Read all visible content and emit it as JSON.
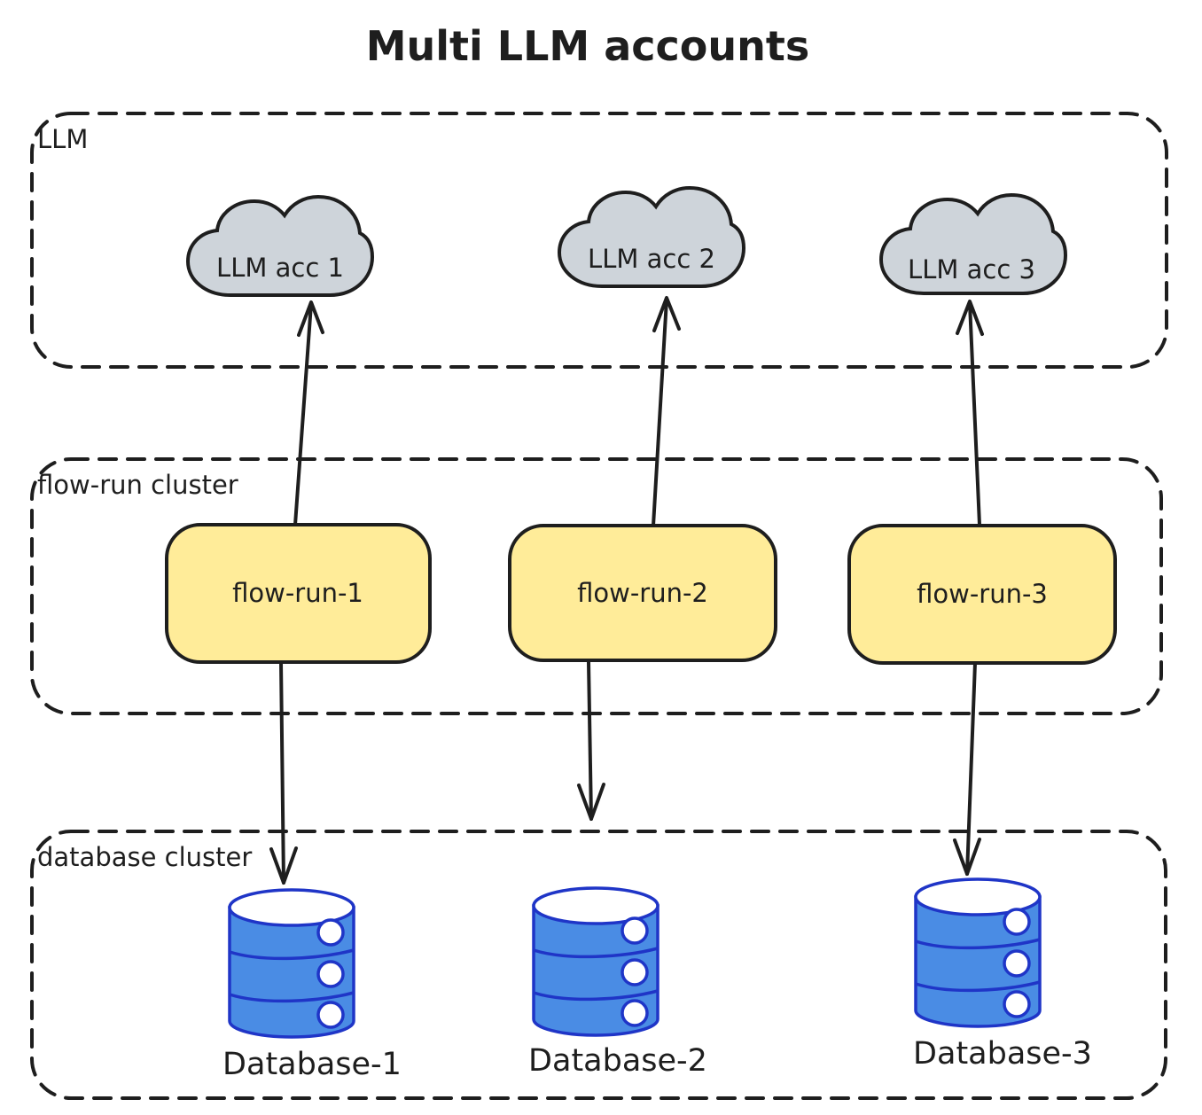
{
  "title": "Multi LLM accounts",
  "colors": {
    "stroke": "#1e1e1e",
    "cloud_fill": "#ced4da",
    "flow_run_fill": "#ffec99",
    "db_fill": "#4a8ce4",
    "db_stroke": "#1f35c7"
  },
  "clusters": {
    "llm": {
      "label": "LLM"
    },
    "flow_run": {
      "label": "flow-run cluster"
    },
    "database": {
      "label": "database cluster"
    }
  },
  "clouds": [
    {
      "label": "LLM acc 1"
    },
    {
      "label": "LLM acc 2"
    },
    {
      "label": "LLM acc 3"
    }
  ],
  "flow_runs": [
    {
      "label": "flow-run-1"
    },
    {
      "label": "flow-run-2"
    },
    {
      "label": "flow-run-3"
    }
  ],
  "databases": [
    {
      "label": "Database-1"
    },
    {
      "label": "Database-2"
    },
    {
      "label": "Database-3"
    }
  ],
  "connections": [
    {
      "from": "flow-run-1",
      "to": "LLM acc 1",
      "direction": "up"
    },
    {
      "from": "flow-run-2",
      "to": "LLM acc 2",
      "direction": "up"
    },
    {
      "from": "flow-run-3",
      "to": "LLM acc 3",
      "direction": "up"
    },
    {
      "from": "flow-run-1",
      "to": "Database-1",
      "direction": "down"
    },
    {
      "from": "flow-run-2",
      "to": "Database-2",
      "direction": "down"
    },
    {
      "from": "flow-run-3",
      "to": "Database-3",
      "direction": "down"
    }
  ]
}
